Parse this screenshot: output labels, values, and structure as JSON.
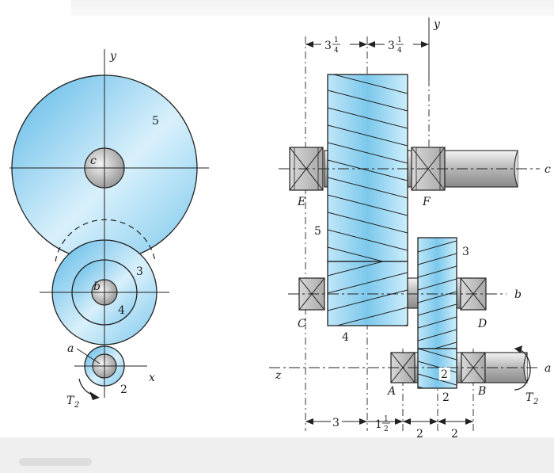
{
  "colors": {
    "gear_fill": "#7cc8ec",
    "gear_light": "#e3f4fc",
    "hub_fill": "#9a9a9a",
    "line": "#222222",
    "shaft": "#cfcfcf"
  },
  "end_view": {
    "axis_y": "y",
    "axis_x": "x",
    "gear5": "5",
    "gear3": "3",
    "gear4": "4",
    "gear2": "2",
    "shaft_a": "a",
    "shaft_b": "b",
    "shaft_c": "c",
    "torque": "T",
    "torque_sub": "2"
  },
  "side_view": {
    "axis_y": "y",
    "axis_z": "z",
    "dim_top_left": "3",
    "dim_top_right": "3",
    "frac_num": "1",
    "frac_den": "4",
    "bearing_E": "E",
    "bearing_F": "F",
    "bearing_C": "C",
    "bearing_D": "D",
    "bearing_A": "A",
    "bearing_B": "B",
    "gear5": "5",
    "gear3": "3",
    "gear4": "4",
    "gear2_upper": "2",
    "shaft_c": "c",
    "shaft_b": "b",
    "shaft_a": "a",
    "torque": "T",
    "torque_sub": "2",
    "dim_bottom_1": "3",
    "dim_bottom_2_whole": "1",
    "dim_bottom_2_num": "1",
    "dim_bottom_2_den": "2",
    "dim_bottom_3": "2",
    "dim_bottom_4": "2"
  }
}
